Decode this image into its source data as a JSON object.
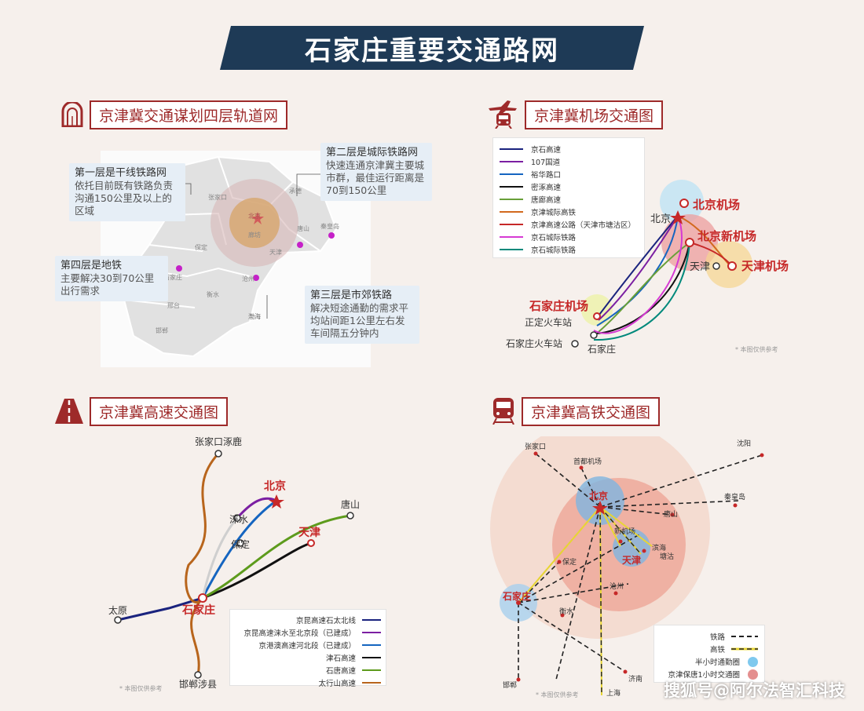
{
  "page_title": "石家庄重要交通路网",
  "colors": {
    "banner": "#1e3a56",
    "accent": "#9e2a2a",
    "callout_bg": "#e6eef6"
  },
  "sections": {
    "rail": {
      "title": "京津冀交通谋划四层轨道网",
      "icon": "tunnel-icon",
      "callouts": {
        "layer1": {
          "title": "第一层是干线铁路网",
          "body": "依托目前既有铁路负责沟通150公里及以上的区域"
        },
        "layer2": {
          "title": "第二层是城际铁路网",
          "body": "快速连通京津冀主要城市群，最佳运行距离是70到150公里"
        },
        "layer3": {
          "title": "第三层是市郊铁路",
          "body": "解决短途通勤的需求平均站间距1公里左右发车间隔五分钟内"
        },
        "layer4": {
          "title": "第四层是地铁",
          "body": "主要解决30到70公里出行需求"
        }
      },
      "map_labels": {
        "zhangjiakou": "张家口",
        "chengde": "承德",
        "tangshan": "唐山",
        "qinhuangdao": "秦皇岛",
        "baoding": "保定",
        "langfang": "廊坊",
        "tianjin": "天津",
        "shijiazhuang": "石家庄",
        "cangzhou": "沧州",
        "hengshui": "衡水",
        "xingtai": "邢台",
        "handan": "邯郸",
        "beijing": "北京",
        "bohai": "渤海"
      }
    },
    "airport": {
      "title": "京津冀机场交通图",
      "icon": "plane-train-icon",
      "legend": [
        {
          "label": "京石高速",
          "color": "#1a237e"
        },
        {
          "label": "107国道",
          "color": "#7b1fa2"
        },
        {
          "label": "裕华路口",
          "color": "#1565c0"
        },
        {
          "label": "密涿高速",
          "color": "#111111"
        },
        {
          "label": "唐廊高速",
          "color": "#689f38"
        },
        {
          "label": "京津城际高铁",
          "color": "#d2691e"
        },
        {
          "label": "京津高速公路（天津市塘沽区）",
          "color": "#c62828"
        },
        {
          "label": "京石城际铁路",
          "color": "#d63ad3"
        },
        {
          "label": "京石城际铁路",
          "color": "#00897b"
        }
      ],
      "places": {
        "beijing": "北京",
        "bj_airport": "北京机场",
        "bj_new_airport": "北京新机场",
        "tianjin": "天津",
        "tj_airport": "天津机场",
        "sjz_airport": "石家庄机场",
        "zhengding_station": "正定火车站",
        "sjz_station": "石家庄火车站",
        "sjz": "石家庄"
      },
      "note": "* 本图仅供参考"
    },
    "highway": {
      "title": "京津冀高速交通图",
      "icon": "road-icon",
      "places": {
        "zjk": "张家口涿鹿",
        "beijing": "北京",
        "laishui": "涞水",
        "baoding": "保定",
        "tangshan": "唐山",
        "tianjin": "天津",
        "taiyuan": "太原",
        "sjz": "石家庄",
        "handan": "邯郸涉县"
      },
      "legend": [
        {
          "label": "京昆高速石太北线",
          "color": "#1a237e"
        },
        {
          "label": "京昆高速涞水至北京段（已建成）",
          "color": "#7b1fa2"
        },
        {
          "label": "京港澳高速河北段（已建成）",
          "color": "#1565c0"
        },
        {
          "label": "津石高速",
          "color": "#111111"
        },
        {
          "label": "石唐高速",
          "color": "#5d9b1c"
        },
        {
          "label": "太行山高速",
          "color": "#b8651c"
        }
      ],
      "note": "* 本图仅供参考"
    },
    "hsr": {
      "title": "京津冀高铁交通图",
      "icon": "train-icon",
      "places": {
        "zjk": "张家口",
        "capital_airport": "首都机场",
        "shenyang": "沈阳",
        "beijing": "北京",
        "qinhuangdao": "秦皇岛",
        "tangshan": "唐山",
        "new_airport": "新机场",
        "binhai": "滨海",
        "tanggu": "塘沽",
        "tianjin": "天津",
        "baoding": "保定",
        "cangzhou": "沧州",
        "sjz": "石家庄",
        "hengshui": "衡水",
        "jinan": "济南",
        "handan": "邯郸",
        "shanghai": "上海"
      },
      "legend": [
        {
          "label": "铁路"
        },
        {
          "label": "高铁"
        },
        {
          "label": "半小时通勤圈"
        },
        {
          "label": "京津保唐1小时交通圈"
        }
      ],
      "note": "* 本图仅供参考"
    }
  },
  "watermark": "搜狐号@阿尔法智汇科技"
}
